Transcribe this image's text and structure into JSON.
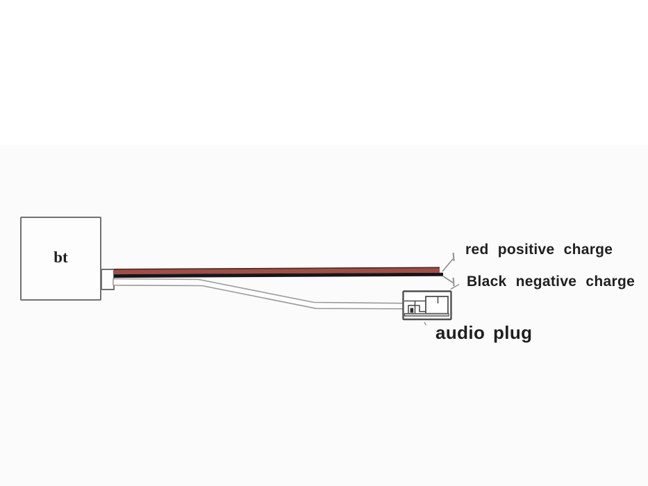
{
  "colors": {
    "bg": "#ffffff",
    "bg_lower": "#fbfbfb",
    "text": "#1f1f1f",
    "box_border": "#707070",
    "box_fill": "#fdfdfd",
    "wire_red": "#9e4f46",
    "wire_red_edge": "#532a25",
    "wire_black": "#18141a",
    "wire_outline": "#9a9a9a",
    "leader_gray": "#8f8f8f",
    "plug_stroke": "#4f4f4f",
    "plug_strip": "#c9c9c9",
    "plug_pin_dark": "#2e2e2e"
  },
  "diagram": {
    "module_label": "bt",
    "red_wire_label": "red positive charge",
    "black_wire_label": "Black negative charge",
    "audio_plug_label": "audio plug"
  }
}
